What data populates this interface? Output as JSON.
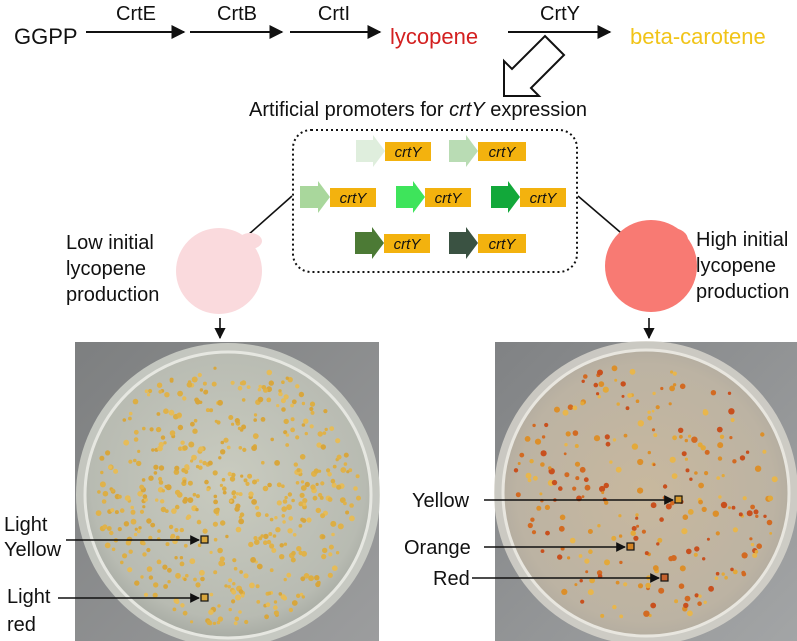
{
  "pathway": {
    "start": "GGPP",
    "enzymes": [
      "CrtE",
      "CrtB",
      "CrtI",
      "CrtY"
    ],
    "intermediate": "lycopene",
    "product": "beta-carotene"
  },
  "promoters": {
    "title_prefix": "Artificial promoters for ",
    "title_gene": "crtY",
    "title_suffix": " expression",
    "gene_label": "crtY",
    "colors": [
      "#dfeedd",
      "#b9dcb4",
      "#a9d79c",
      "#3ee45b",
      "#12a83a",
      "#4c7a35",
      "#3a5242"
    ]
  },
  "low": {
    "label_lines": [
      "Low initial",
      "lycopene",
      "production"
    ],
    "cell_color": "#fadadd",
    "colony_labels": [
      {
        "lines": [
          "Light",
          "Yellow"
        ],
        "marker_color": "#d8a63c"
      },
      {
        "lines": [
          "Light",
          "red"
        ],
        "marker_color": "#d8a63c"
      }
    ]
  },
  "high": {
    "label_lines": [
      "High initial",
      "lycopene",
      "production"
    ],
    "cell_color": "#f87a73",
    "colony_labels": [
      {
        "lines": [
          "Yellow"
        ],
        "marker_color": "#d89a2c"
      },
      {
        "lines": [
          "Orange"
        ],
        "marker_color": "#d48424"
      },
      {
        "lines": [
          "Red"
        ],
        "marker_color": "#c4622e"
      }
    ]
  },
  "colors": {
    "lycopene": "#d32020",
    "beta_carotene": "#f1c418",
    "gene_box": "#f3b20e"
  }
}
